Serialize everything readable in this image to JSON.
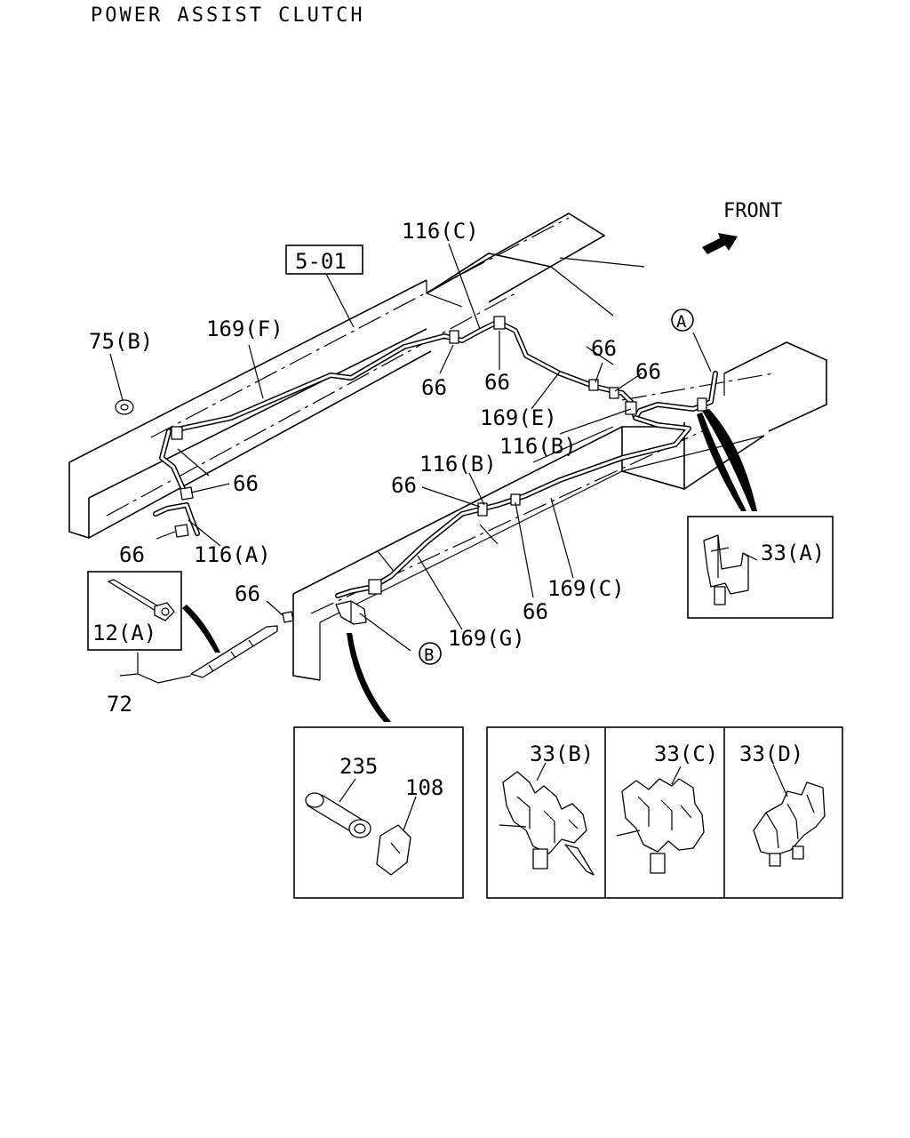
{
  "title": "POWER ASSIST CLUTCH",
  "front_label": "FRONT",
  "callouts": {
    "ref_5_01": "5-01",
    "p75b": "75(B)",
    "p169f": "169(F)",
    "p116c": "116(C)",
    "p66_a": "66",
    "p66_b": "66",
    "p66_c": "66",
    "p66_d": "66",
    "p169e": "169(E)",
    "p116b_top": "116(B)",
    "p66_e": "66",
    "p116b_mid": "116(B)",
    "p66_f": "66",
    "p66_g": "66",
    "p116a": "116(A)",
    "p66_h": "66",
    "p169c": "169(C)",
    "p66_i": "66",
    "p169g": "169(G)",
    "p12a": "12(A)",
    "p72": "72",
    "p33a": "33(A)",
    "p235": "235",
    "p108": "108",
    "p33b": "33(B)",
    "p33c": "33(C)",
    "p33d": "33(D)",
    "circle_a": "A",
    "circle_b": "B"
  }
}
